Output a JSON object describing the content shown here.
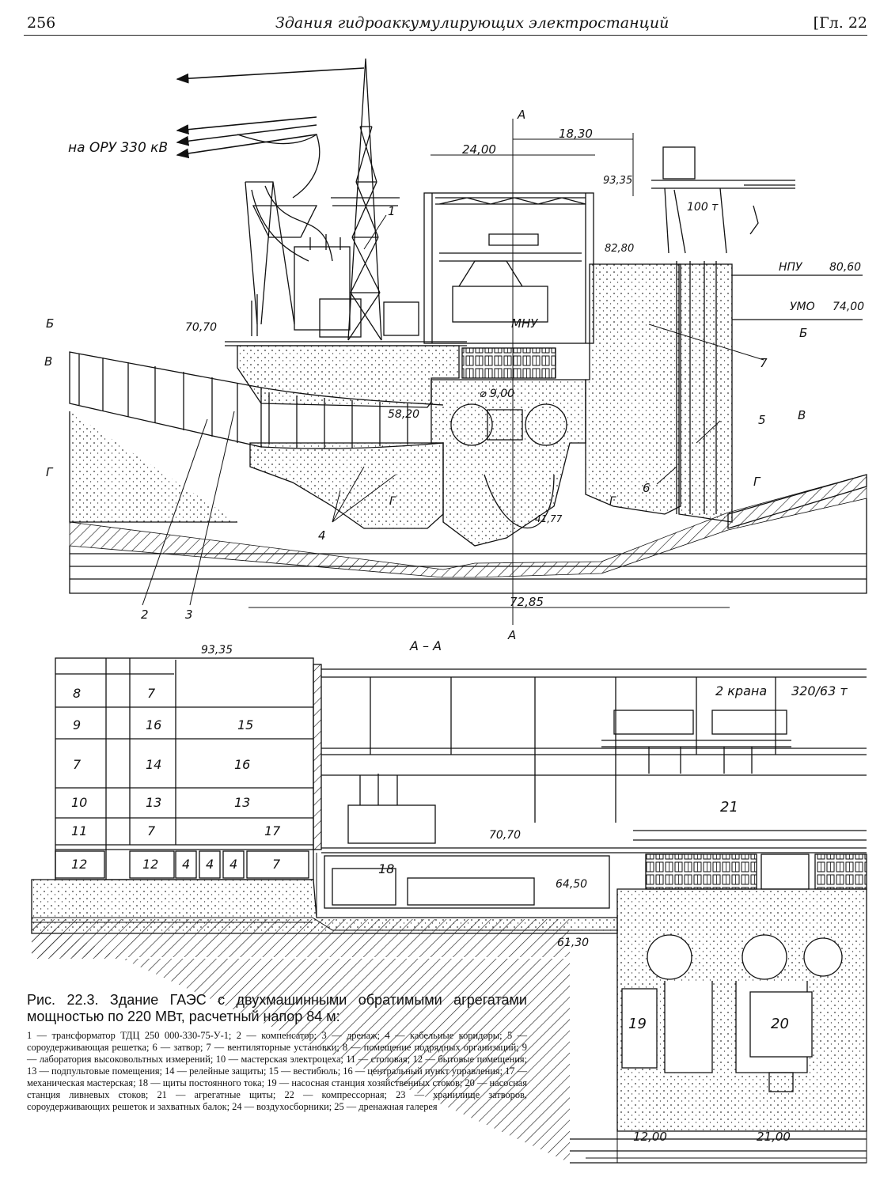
{
  "header": {
    "page_number": "256",
    "running_title": "Здания гидроаккумулирующих электростанций",
    "chapter": "[Гл. 22"
  },
  "upper_section": {
    "elevations": [
      "93,35",
      "82,80",
      "80,60",
      "74,00",
      "70,70",
      "58,20",
      "41,77"
    ],
    "level_labels": {
      "npu": "НПУ",
      "umo": "УМО"
    },
    "dimensions": [
      "18,30",
      "24,00",
      "72,85"
    ],
    "diameter": "⌀ 9,00",
    "crane_capacity": "100 т",
    "annotation_oru": "на ОРУ 330 кВ",
    "annotation_mnu": "МНУ",
    "section_marks": [
      "Б",
      "В",
      "Г",
      "Б",
      "В",
      "Г",
      "Г",
      "Г",
      "А",
      "А"
    ],
    "callouts": [
      "1",
      "2",
      "3",
      "4",
      "5",
      "6",
      "7"
    ]
  },
  "lower_section": {
    "section_title": "А – А",
    "elevations": [
      "93,35",
      "70,70",
      "64,50",
      "61,30"
    ],
    "crane_label": "2 крана",
    "crane_capacity": "320/63 т",
    "bottom_dimensions": [
      "12,00",
      "21,00"
    ],
    "room_numbers": {
      "r8": "8",
      "r7a": "7",
      "r9": "9",
      "r16a": "16",
      "r15": "15",
      "r7b": "7",
      "r14": "14",
      "r16b": "16",
      "r10": "10",
      "r13a": "13",
      "r13b": "13",
      "r11": "11",
      "r7c": "7",
      "r17": "17",
      "r12a": "12",
      "r12b": "12",
      "r4a": "4",
      "r4b": "4",
      "r4c": "4",
      "r7d": "7",
      "r18": "18",
      "r21": "21",
      "r19": "19",
      "r20": "20"
    }
  },
  "caption": {
    "title": "Рис. 22.3. Здание ГАЭС с двухмашинными обратимыми агрегатами мощностью по 220 МВт, расчетный напор 84 м:",
    "legend": "1 — трансформатор ТДЦ 250 000-330-75-У-1; 2 — компенсатор; 3 — дренаж; 4 — кабельные коридоры; 5 — сороудерживающая решетка; 6 — затвор; 7 — вентиляторные установки; 8 — помещение подрядных организаций; 9 — лаборатория высоковольтных измерений; 10 — мастерская электроцеха; 11 — столовая; 12 — бытовые помещения; 13 — подпультовые помещения; 14 — релейные защиты; 15 — вестибюль; 16 — центральный пункт управления; 17 — механическая мастерская; 18 — щиты постоянного тока; 19 — насосная станция хозяйственных стоков; 20 — насосная станция ливневых стоков; 21 — агрегатные щиты; 22 — компрессорная; 23 — хранилище затворов, сороудерживающих решеток и захватных балок; 24 — воздухосборники; 25 — дренажная галерея"
  }
}
